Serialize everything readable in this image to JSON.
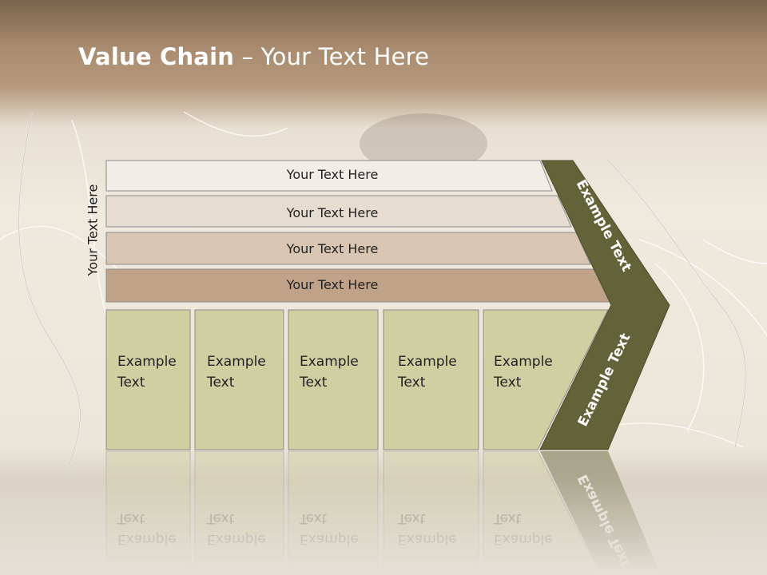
{
  "slide": {
    "title_bold": "Value Chain",
    "title_rest": " – Your Text Here",
    "side_label": "Your Text Here"
  },
  "rows": [
    {
      "label": "Your Text Here",
      "color": "#f1ede7"
    },
    {
      "label": "Your Text Here",
      "color": "#e6dccf"
    },
    {
      "label": "Your Text Here",
      "color": "#d8c6b2"
    },
    {
      "label": "Your Text Here",
      "color": "#c0a289"
    }
  ],
  "columns": [
    {
      "line1": "Example",
      "line2": "Text"
    },
    {
      "line1": "Example",
      "line2": "Text"
    },
    {
      "line1": "Example",
      "line2": "Text"
    },
    {
      "line1": "Example",
      "line2": "Text"
    },
    {
      "line1": "Example",
      "line2": "Text"
    }
  ],
  "arrows": {
    "upper": "Example Text",
    "lower": "Example Text"
  },
  "colors": {
    "column_fill": "#cfcfa2",
    "arrow_fill": "#636339",
    "header_brown": "#a98b6f"
  }
}
